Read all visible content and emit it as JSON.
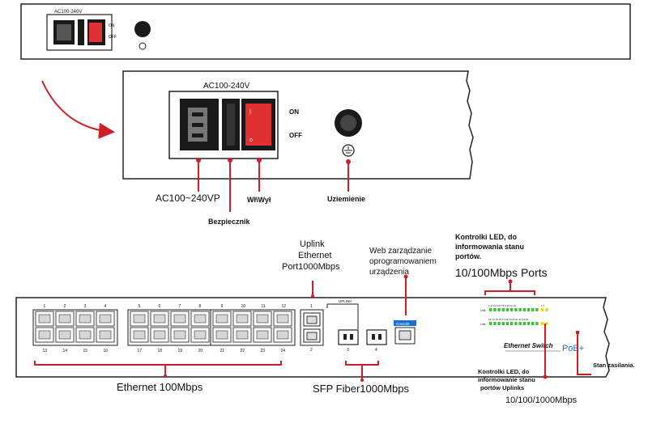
{
  "top_panel": {
    "voltage": "AC100-240V",
    "on": "ON",
    "off": "OFF"
  },
  "zoom_panel": {
    "voltage": "AC100-240V",
    "on": "ON",
    "off": "OFF"
  },
  "callouts": {
    "ac_input": "AC100~240VP",
    "fuse": "Bezpiecznik",
    "switch": "Wł\\Wył",
    "ground": "Uziemienie",
    "uplink": [
      "Uplink",
      "Ethernet",
      "Port1000Mbps"
    ],
    "web": [
      "Web zarządzanie",
      "oprogramowaniem",
      "urządzenia"
    ],
    "led_ports": [
      "Kontrolki LED, do",
      "informowania stanu",
      "portów."
    ],
    "ports_speed": "10/100Mbps Ports",
    "led_uplinks": [
      "Kontrolki LED, do",
      "informowanie stanu",
      "portów Uplinks"
    ],
    "uplink_speed": "10/100/1000Mbps",
    "power_state": "Stan zasilania.",
    "ethernet": "Ethernet 100Mbps",
    "sfp": "SFP Fiber1000Mbps"
  },
  "front_panel": {
    "top_numbers": [
      "1",
      "2",
      "3",
      "4",
      "5",
      "6",
      "7",
      "8",
      "9",
      "10",
      "11",
      "12"
    ],
    "bottom_numbers": [
      "13",
      "14",
      "15",
      "16",
      "17",
      "18",
      "19",
      "20",
      "21",
      "22",
      "23",
      "24"
    ],
    "uplink_top": "1",
    "uplink_bottom": "2",
    "uplink_tag": "UPLINK",
    "sfp_numbers": [
      "3",
      "4"
    ],
    "console": "Console",
    "brand": "Ethernet Switch",
    "poe": "PoE+",
    "led_top_numbers": "1 2 3 4 5 6 7 8 9 10 11 12",
    "led_bottom_numbers": "13 14 15 16 17 18 19 20 21 22 23 24",
    "led_link_label": "Link",
    "led_act_label": "Link",
    "uplink_led_numbers": "1 2"
  },
  "colors": {
    "accent_red": "#cc1f2a",
    "led_green": "#3fbf3f",
    "led_yellow": "#f2d21b",
    "panel_stroke": "#222222",
    "brand_blue": "#1b6fd1"
  }
}
